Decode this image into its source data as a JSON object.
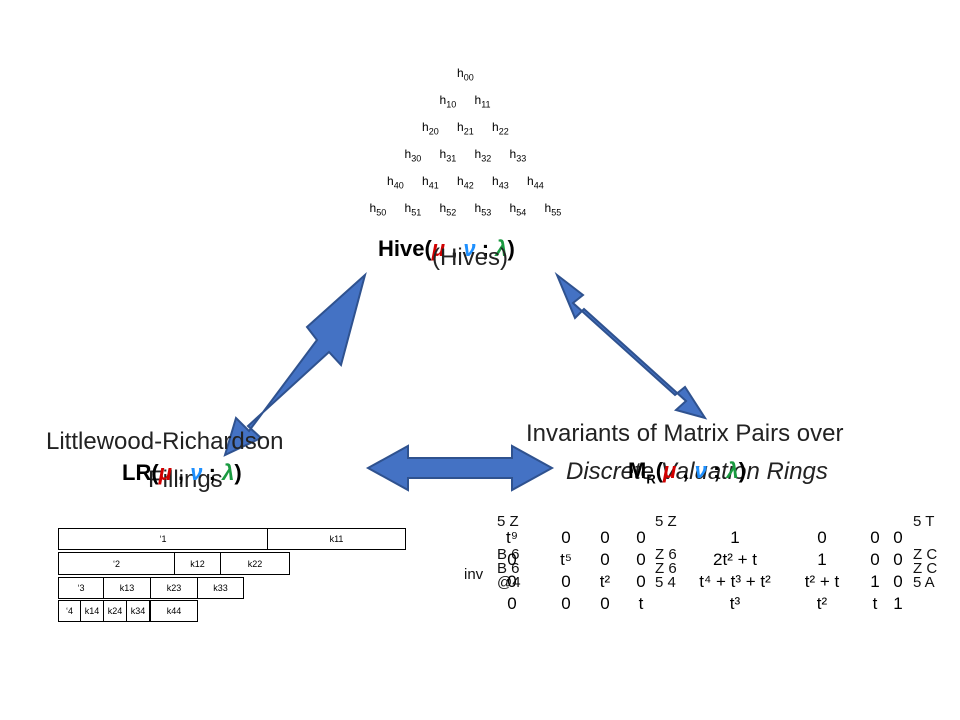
{
  "colors": {
    "arrow_fill": "#4472c4",
    "arrow_stroke": "#2f528f",
    "mu": "#d00000",
    "nu": "#1e90ff",
    "lambda": "#1a9a40"
  },
  "hive": {
    "rows": [
      [
        "h00"
      ],
      [
        "h10",
        "h11"
      ],
      [
        "h20",
        "h21",
        "h22"
      ],
      [
        "h30",
        "h31",
        "h32",
        "h33"
      ],
      [
        "h40",
        "h41",
        "h42",
        "h43",
        "h44"
      ],
      [
        "h50",
        "h51",
        "h52",
        "h53",
        "h54",
        "h55"
      ]
    ],
    "label_prefix": "Hive(",
    "mu": "μ",
    "sep1": " , ",
    "nu": "ν",
    "sep2": " ; ",
    "lambda": "λ",
    "label_suffix": ")",
    "caption": "(Hives)"
  },
  "lr": {
    "title_line1": "Littlewood-Richardson",
    "title_line2": "Fillings",
    "label_prefix": "LR(",
    "mu": "μ",
    "sep1": " , ",
    "nu": "ν",
    "sep2": " ; ",
    "lambda": "λ",
    "label_suffix": ")",
    "tableau": {
      "row1": [
        "‘1",
        "k11"
      ],
      "row2": [
        "‘2",
        "k12",
        "k22"
      ],
      "row3": [
        "‘3",
        "k13",
        "k23",
        "k33"
      ],
      "row4": [
        "‘4",
        "k14",
        "k24",
        "k34",
        "k44"
      ]
    }
  },
  "inv": {
    "title_line1": "Invariants of Matrix Pairs over",
    "title_line2": "Discrete Valuation Rings",
    "label_prefix": "M",
    "label_sub": "R",
    "label_open": "(",
    "mu": "μ",
    "sep1": " , ",
    "nu": "ν",
    "sep2": " ; ",
    "lambda": "λ",
    "label_suffix": ")",
    "matrix_left": [
      [
        "t⁹",
        "0",
        "0",
        "0"
      ],
      [
        "0",
        "t⁵",
        "0",
        "0"
      ],
      [
        "0",
        "0",
        "t²",
        "0"
      ],
      [
        "0",
        "0",
        "0",
        "t"
      ]
    ],
    "matrix_right": [
      [
        "1",
        "0",
        "0",
        "0"
      ],
      [
        "2t² + t",
        "1",
        "0",
        "0"
      ],
      [
        "t⁴ + t³ + t²",
        "t² + t",
        "1",
        "0"
      ],
      [
        "t³",
        "t²",
        "t",
        "1"
      ]
    ],
    "garble": {
      "inv": "inv",
      "left_col": [
        "B 6",
        "B 6",
        "@4"
      ],
      "top_left": "5 Z",
      "top_mid": "5 Z",
      "mid_col": [
        "Z 6",
        "Z 6",
        "5 4"
      ],
      "top_right": "5 T",
      "right_col": [
        "Z C",
        "Z C",
        "5 A"
      ]
    }
  }
}
